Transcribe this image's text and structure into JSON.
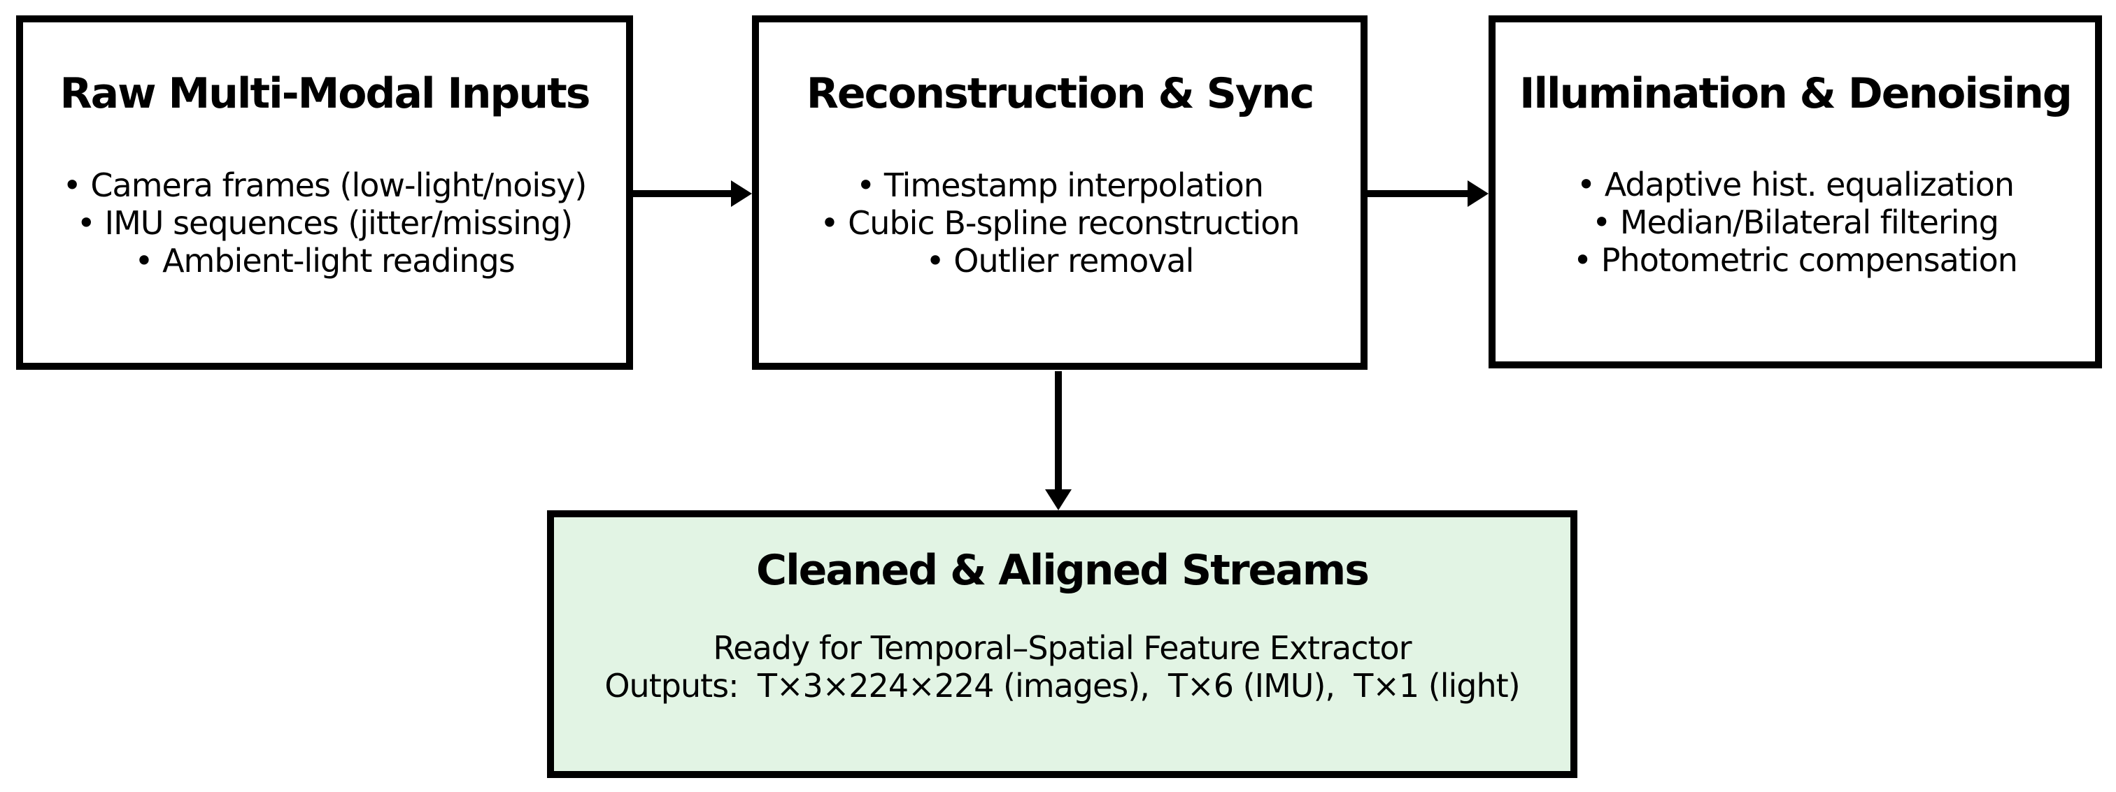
{
  "diagram": {
    "background_color": "#ffffff",
    "line_color": "#000000",
    "result_fill_color": "#e2f4e4",
    "nodes": [
      {
        "id": "raw-inputs",
        "title": "Raw Multi-Modal Inputs",
        "fill": "#ffffff",
        "items": [
          "• Camera frames (low-light/noisy)",
          "• IMU sequences (jitter/missing)",
          "• Ambient-light readings"
        ]
      },
      {
        "id": "reconstruction-sync",
        "title": "Reconstruction & Sync",
        "fill": "#ffffff",
        "items": [
          "• Timestamp interpolation",
          "• Cubic B-spline reconstruction",
          "• Outlier removal"
        ]
      },
      {
        "id": "illumination-denoising",
        "title": "Illumination & Denoising",
        "fill": "#ffffff",
        "items": [
          "• Adaptive hist. equalization",
          "• Median/Bilateral filtering",
          "• Photometric compensation"
        ]
      },
      {
        "id": "cleaned-aligned-streams",
        "title": "Cleaned & Aligned Streams",
        "fill": "#e2f4e4",
        "items": [
          "Ready for Temporal–Spatial Feature Extractor",
          "Outputs:  T×3×224×224 (images),  T×6 (IMU),  T×1 (light)"
        ]
      }
    ],
    "edges": [
      {
        "from": "raw-inputs",
        "to": "reconstruction-sync",
        "direction": "right"
      },
      {
        "from": "reconstruction-sync",
        "to": "illumination-denoising",
        "direction": "right"
      },
      {
        "from": "reconstruction-sync",
        "to": "cleaned-aligned-streams",
        "direction": "down"
      }
    ]
  }
}
